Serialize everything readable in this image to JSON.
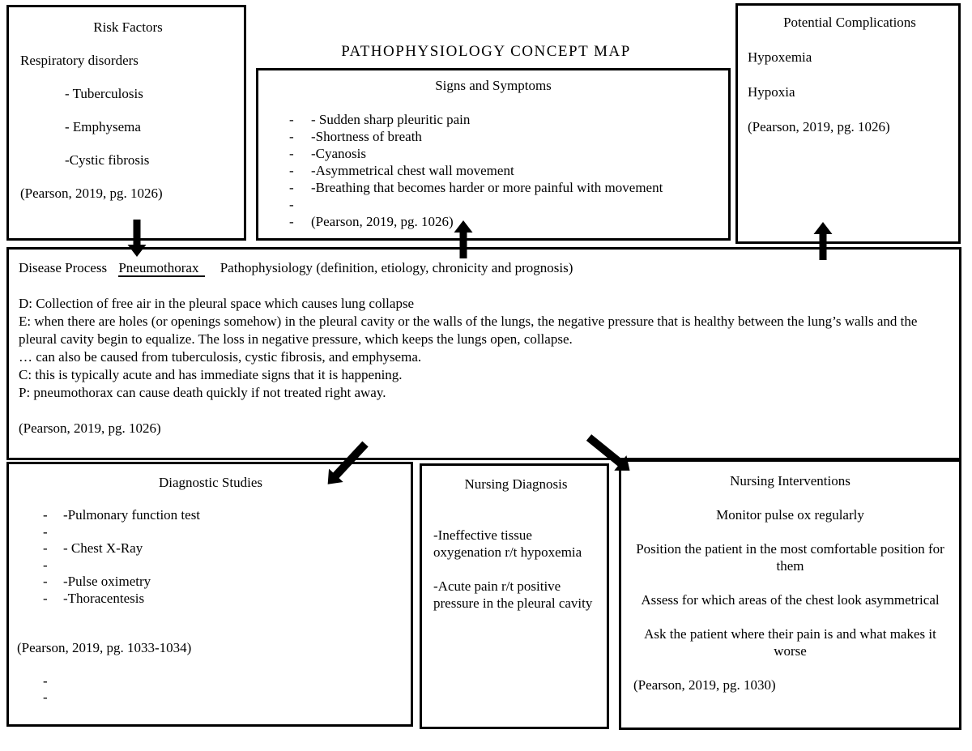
{
  "page": {
    "title": "PATHOPHYSIOLOGY CONCEPT MAP"
  },
  "risk_factors": {
    "title": "Risk Factors",
    "intro": "Respiratory disorders",
    "items": [
      "- Tuberculosis",
      "- Emphysema",
      "-Cystic fibrosis"
    ],
    "citation": "(Pearson, 2019, pg. 1026)"
  },
  "signs_symptoms": {
    "title": "Signs and Symptoms",
    "items": [
      {
        "dash": "-",
        "text": "- Sudden sharp pleuritic pain"
      },
      {
        "dash": "-",
        "text": "-Shortness of breath"
      },
      {
        "dash": "-",
        "text": "-Cyanosis"
      },
      {
        "dash": "-",
        "text": "-Asymmetrical chest wall movement"
      },
      {
        "dash": "-",
        "text": "-Breathing that becomes harder or more painful with movement"
      },
      {
        "dash": "-",
        "text": ""
      },
      {
        "dash": "-",
        "text": "(Pearson, 2019, pg. 1026)"
      }
    ]
  },
  "potential_complications": {
    "title": "Potential Complications",
    "items": [
      "Hypoxemia",
      "Hypoxia"
    ],
    "citation": "(Pearson, 2019, pg. 1026)"
  },
  "disease_process": {
    "label": "Disease Process",
    "disease": "Pneumothorax",
    "heading_rest": "Pathophysiology (definition, etiology, chronicity and prognosis)",
    "lines": [
      "D: Collection of free air in the pleural space which causes lung collapse",
      "E: when there are holes (or openings somehow) in the pleural cavity or the walls of the lungs, the negative pressure that is healthy between the lung’s walls and the pleural cavity begin to equalize. The loss in negative pressure, which keeps the lungs open, collapse.",
      "… can also be caused from tuberculosis, cystic fibrosis, and emphysema.",
      "C: this is typically acute and has immediate signs that it is happening.",
      "P: pneumothorax can cause death quickly if not treated right away."
    ],
    "citation": "(Pearson, 2019, pg. 1026)"
  },
  "diagnostic_studies": {
    "title": "Diagnostic Studies",
    "rows": [
      {
        "dash": "-",
        "text": "-Pulmonary function test"
      },
      {
        "dash": "-",
        "text": ""
      },
      {
        "dash": "-",
        "text": "- Chest X-Ray"
      },
      {
        "dash": "-",
        "text": ""
      },
      {
        "dash": "-",
        "text": "-Pulse oximetry"
      },
      {
        "dash": "",
        "text": ""
      },
      {
        "dash": "-",
        "text": "-Thoracentesis"
      }
    ],
    "citation": "(Pearson, 2019, pg. 1033-1034)",
    "trailing_rows": [
      {
        "dash": "-",
        "text": ""
      },
      {
        "dash": "-",
        "text": ""
      }
    ]
  },
  "nursing_diagnosis": {
    "title": "Nursing Diagnosis",
    "items": [
      "-Ineffective tissue oxygenation r/t hypoxemia",
      "-Acute pain r/t positive pressure in the pleural cavity"
    ]
  },
  "nursing_interventions": {
    "title": "Nursing Interventions",
    "items": [
      "Monitor pulse ox regularly",
      "Position the patient in the most comfortable position for them",
      "Assess for which areas of the chest look asymmetrical",
      "Ask the patient where their pain is and what makes it worse"
    ],
    "citation": "(Pearson, 2019, pg. 1030)"
  },
  "arrows": [
    {
      "id": "risk-factors-to-disease-process",
      "direction": "down"
    },
    {
      "id": "disease-process-to-signs-symptoms",
      "direction": "up"
    },
    {
      "id": "disease-process-to-potential-complications",
      "direction": "up"
    },
    {
      "id": "disease-process-to-diagnostic-studies",
      "direction": "down-left"
    },
    {
      "id": "disease-process-to-nursing-interventions",
      "direction": "down-right"
    }
  ],
  "colors": {
    "ink": "#000000",
    "paper": "#ffffff"
  }
}
